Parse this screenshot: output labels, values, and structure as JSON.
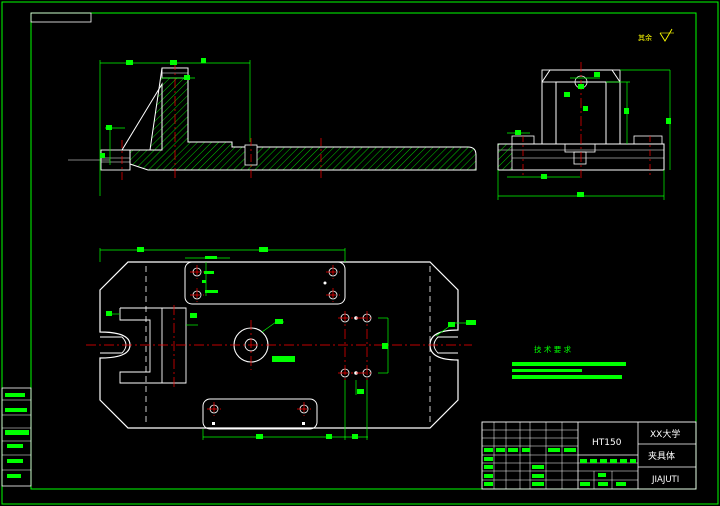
{
  "title_block": {
    "material": "HT150",
    "school": "XX大学",
    "part_name": "夹具体",
    "drawing_code": "JIAJUTI"
  },
  "notes": {
    "heading": "技 术 要 求"
  },
  "colors": {
    "background": "#000000",
    "outline": "#ffffff",
    "dimension": "#00ff00",
    "centerline": "#ff0000",
    "frame": "#00ff00"
  }
}
